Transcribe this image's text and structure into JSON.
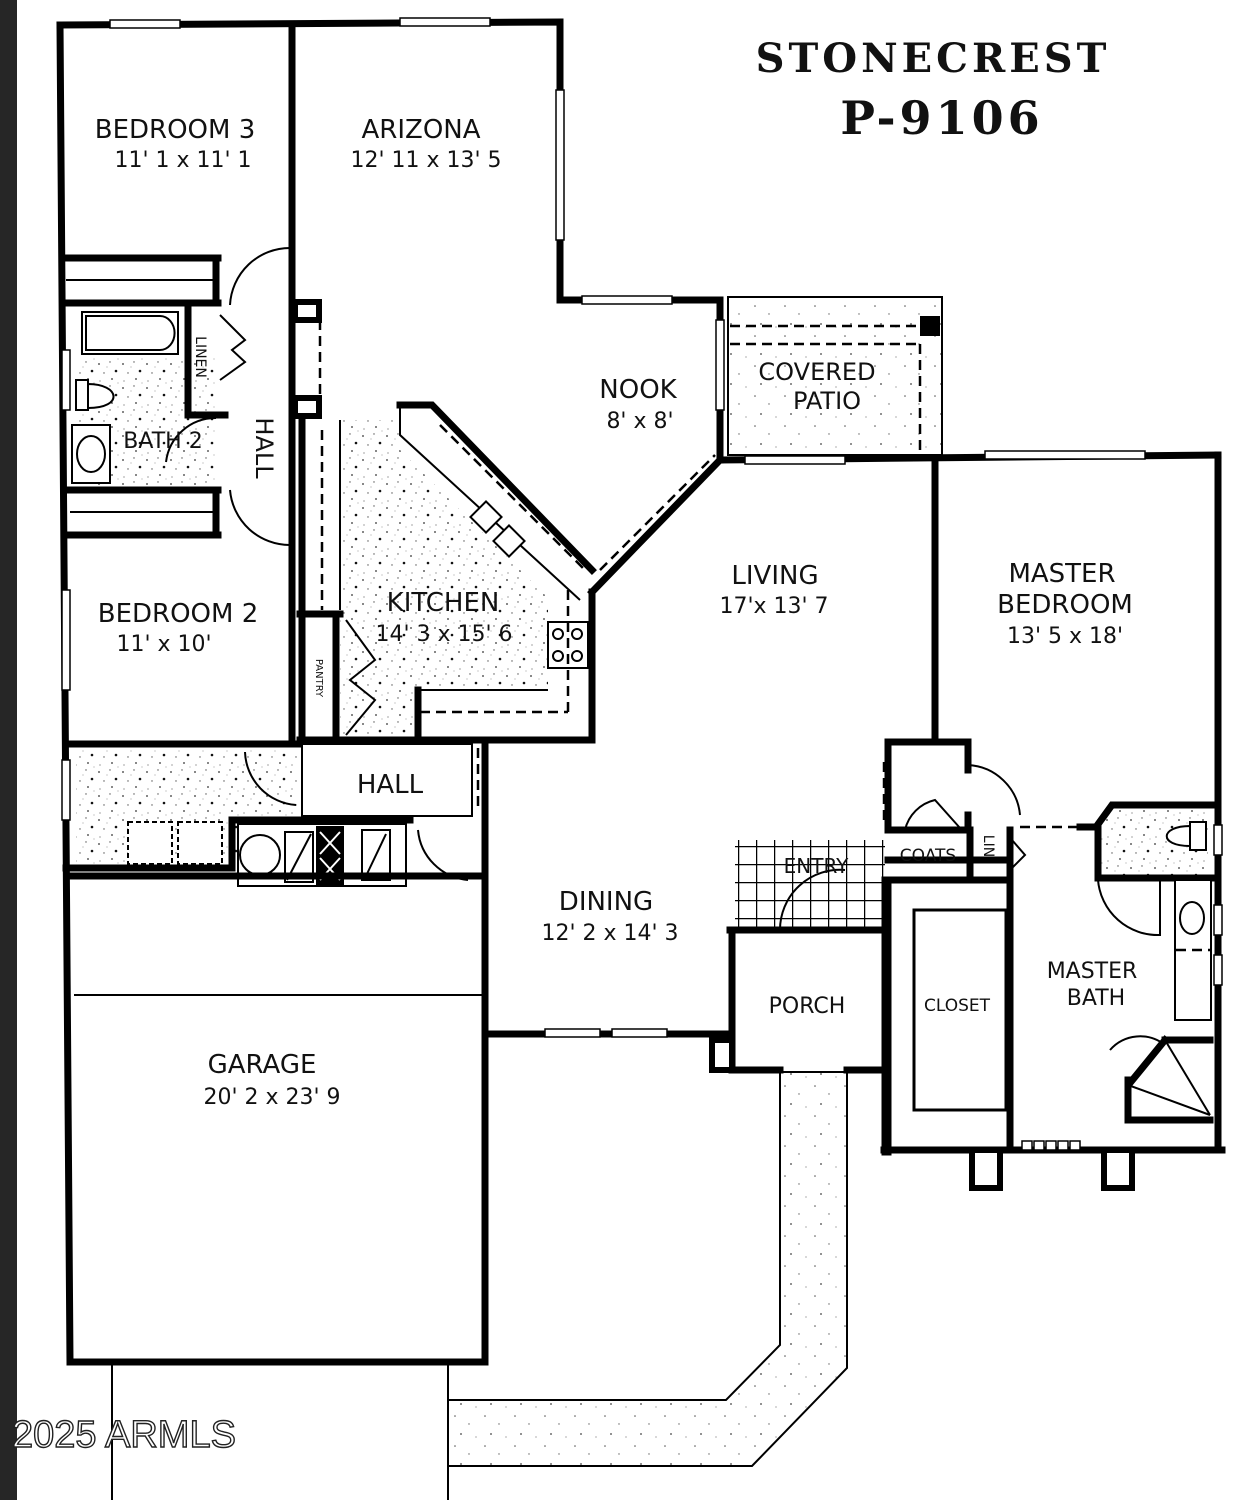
{
  "header": {
    "model_name": "STONECREST",
    "plan_number": "P-9106"
  },
  "rooms": {
    "bedroom3": {
      "name": "BEDROOM 3",
      "dims": "11' 1 x 11' 1"
    },
    "arizona": {
      "name": "ARIZONA",
      "dims": "12' 11 x 13' 5"
    },
    "nook": {
      "name": "NOOK",
      "dims": "8' x 8'"
    },
    "covered_patio": {
      "name_line1": "COVERED",
      "name_line2": "PATIO"
    },
    "bath2": {
      "name": "BATH 2"
    },
    "linen": {
      "name": "LINEN"
    },
    "hall_upper": {
      "name": "HALL"
    },
    "kitchen": {
      "name": "KITCHEN",
      "dims": "14' 3 x 15' 6"
    },
    "pantry": {
      "name": "PANTRY"
    },
    "bedroom2": {
      "name": "BEDROOM 2",
      "dims": "11' x 10'"
    },
    "living": {
      "name": "LIVING",
      "dims": "17'x 13' 7"
    },
    "master_bedroom": {
      "name_line1": "MASTER",
      "name_line2": "BEDROOM",
      "dims": "13' 5 x 18'"
    },
    "hall_lower": {
      "name": "HALL"
    },
    "entry": {
      "name": "ENTRY"
    },
    "coats": {
      "name": "COATS"
    },
    "lin": {
      "name": "LIN"
    },
    "dining": {
      "name": "DINING",
      "dims": "12' 2 x 14' 3"
    },
    "porch": {
      "name": "PORCH"
    },
    "closet": {
      "name": "CLOSET"
    },
    "master_bath": {
      "name_line1": "MASTER",
      "name_line2": "BATH"
    },
    "garage": {
      "name": "GARAGE",
      "dims": "20' 2 x 23' 9"
    }
  },
  "watermark": {
    "text": "2025 ARMLS"
  }
}
